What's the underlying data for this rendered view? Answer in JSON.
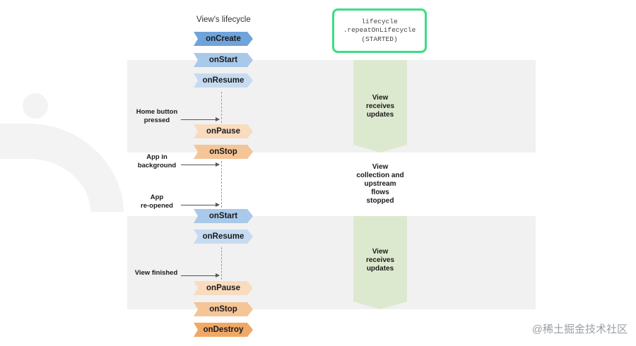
{
  "lane_title": "View's lifecycle",
  "code_box": {
    "line1": "lifecycle",
    "line2": ".repeatOnLifecycle",
    "line3": "(STARTED)"
  },
  "lifecycle_steps": {
    "on_create": "onCreate",
    "on_start_1": "onStart",
    "on_resume_1": "onResume",
    "on_pause_1": "onPause",
    "on_stop_1": "onStop",
    "on_start_2": "onStart",
    "on_resume_2": "onResume",
    "on_pause_2": "onPause",
    "on_stop_2": "onStop",
    "on_destroy": "onDestroy"
  },
  "annotations": {
    "home_button": [
      "Home button",
      "pressed"
    ],
    "app_background": [
      "App in",
      "background"
    ],
    "app_reopened": [
      "App",
      "re-opened"
    ],
    "view_finished": "View finished"
  },
  "states": {
    "receives_1": [
      "View",
      "receives",
      "updates"
    ],
    "stopped": [
      "View",
      "collection and",
      "upstream",
      "flows",
      "stopped"
    ],
    "receives_2": [
      "View",
      "receives",
      "updates"
    ]
  },
  "colors": {
    "create_destroy": "#6fa3db",
    "start_resume": "#a9c9ea",
    "pause_stop": "#f5c597",
    "destroy": "#f0a866",
    "band": "#f1f1f1",
    "active_state": "#dde9cf",
    "code_border": "#3ddc84"
  },
  "watermark": "@稀土掘金技术社区"
}
